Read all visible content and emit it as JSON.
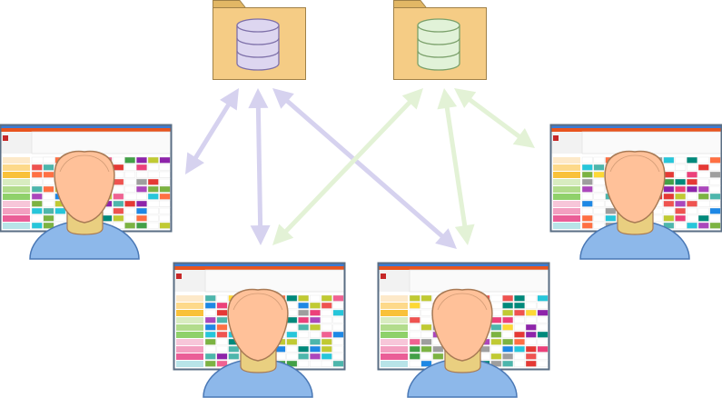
{
  "colors": {
    "arrow_left": "#d6d2ef",
    "arrow_right": "#e3f2d6",
    "folder_fill": "#f5cc85",
    "folder_tab": "#e2b765",
    "folder_stroke": "#a08148",
    "db_left_fill": "#ddd6f0",
    "db_left_stroke": "#7d6fa8",
    "db_right_fill": "#e1f2d8",
    "db_right_stroke": "#7aa06a",
    "screen_border": "#5a6e84",
    "screen_header": "#e8541e",
    "screen_topbar": "#3a7bd5",
    "skin": "#ffc199",
    "skin_stroke": "#a87a55",
    "neck": "#e9cf80",
    "shirt": "#8db8ea",
    "shirt_stroke": "#4a78b5"
  },
  "diagram": {
    "repositories": [
      {
        "name": "repository-left",
        "db_color": "left"
      },
      {
        "name": "repository-right",
        "db_color": "right"
      }
    ],
    "users": [
      {
        "name": "user-left"
      },
      {
        "name": "user-bottom-left"
      },
      {
        "name": "user-bottom-right"
      },
      {
        "name": "user-right"
      }
    ],
    "links": [
      {
        "from": "repository-left",
        "to": "user-left",
        "color": "left"
      },
      {
        "from": "repository-left",
        "to": "user-bottom-left",
        "color": "left"
      },
      {
        "from": "repository-left",
        "to": "user-bottom-right",
        "color": "left"
      },
      {
        "from": "repository-right",
        "to": "user-bottom-left",
        "color": "right"
      },
      {
        "from": "repository-right",
        "to": "user-bottom-right",
        "color": "right"
      },
      {
        "from": "repository-right",
        "to": "user-right",
        "color": "right"
      }
    ]
  }
}
